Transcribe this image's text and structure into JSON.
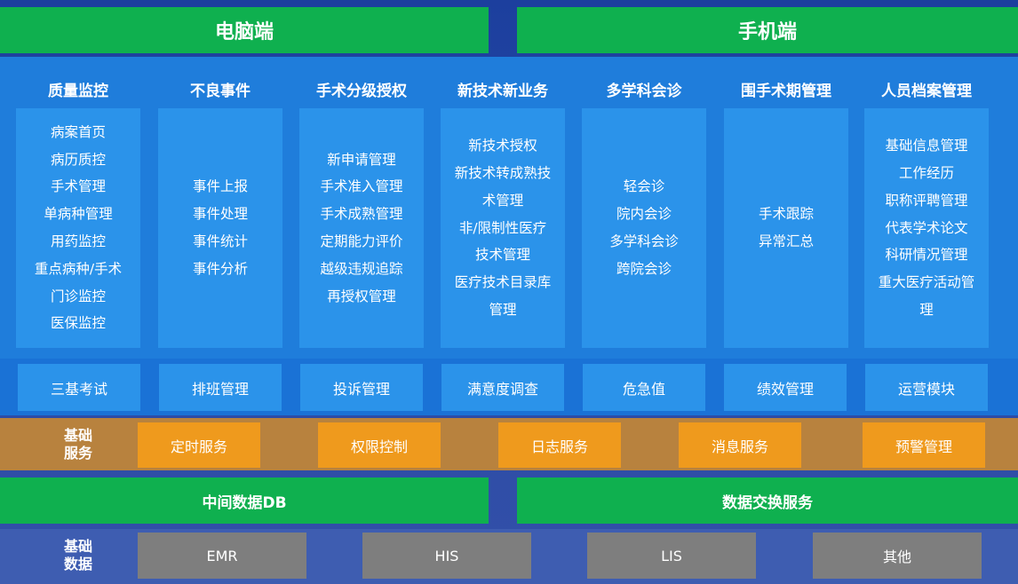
{
  "header": {
    "left": "电脑端",
    "right": "手机端"
  },
  "columns": [
    {
      "title": "质量监控",
      "items": [
        "病案首页",
        "病历质控",
        "手术管理",
        "单病种管理",
        "用药监控",
        "重点病种/手术",
        "门诊监控",
        "医保监控"
      ]
    },
    {
      "title": "不良事件",
      "items": [
        "事件上报",
        "事件处理",
        "事件统计",
        "事件分析"
      ]
    },
    {
      "title": "手术分级授权",
      "items": [
        "新申请管理",
        "手术准入管理",
        "手术成熟管理",
        "定期能力评价",
        "越级违规追踪",
        "再授权管理"
      ]
    },
    {
      "title": "新技术新业务",
      "items": [
        "新技术授权",
        "新技术转成熟技",
        "术管理",
        "非/限制性医疗",
        "技术管理",
        "医疗技术目录库",
        "管理"
      ]
    },
    {
      "title": "多学科会诊",
      "items": [
        "轻会诊",
        "院内会诊",
        "多学科会诊",
        "跨院会诊"
      ]
    },
    {
      "title": "围手术期管理",
      "items": [
        "手术跟踪",
        "异常汇总"
      ]
    },
    {
      "title": "人员档案管理",
      "items": [
        "基础信息管理",
        "工作经历",
        "职称评聘管理",
        "代表学术论文",
        "科研情况管理",
        "重大医疗活动管",
        "理"
      ]
    }
  ],
  "modules": [
    "三基考试",
    "排班管理",
    "投诉管理",
    "满意度调查",
    "危急值",
    "绩效管理",
    "运营模块"
  ],
  "base_services": {
    "label_line1": "基础",
    "label_line2": "服务",
    "items": [
      "定时服务",
      "权限控制",
      "日志服务",
      "消息服务",
      "预警管理"
    ]
  },
  "data_bars": {
    "left": "中间数据DB",
    "right": "数据交换服务"
  },
  "base_data": {
    "label_line1": "基础",
    "label_line2": "数据",
    "items": [
      "EMR",
      "HIS",
      "LIS",
      "其他"
    ]
  }
}
